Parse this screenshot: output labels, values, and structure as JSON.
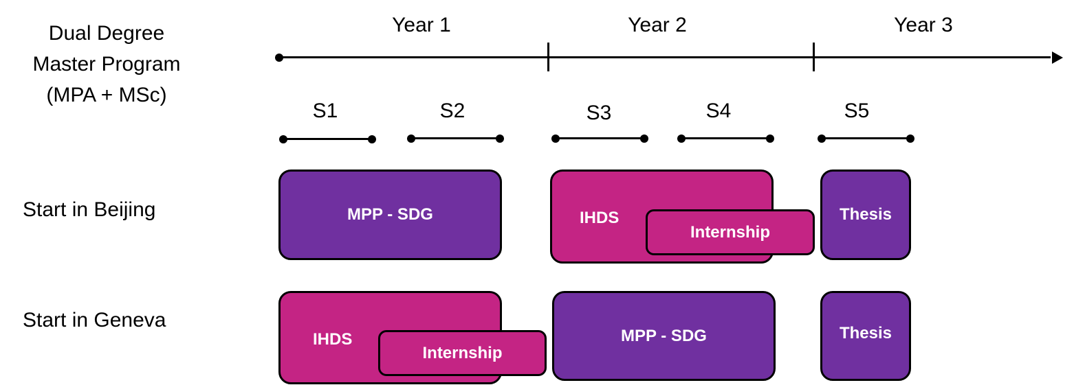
{
  "title": {
    "line1": "Dual Degree",
    "line2": "Master Program",
    "line3": "(MPA + MSc)"
  },
  "years": [
    "Year 1",
    "Year 2",
    "Year 3"
  ],
  "semesters": [
    "S1",
    "S2",
    "S3",
    "S4",
    "S5"
  ],
  "rows": {
    "beijing": {
      "label": "Start in Beijing",
      "mpp": "MPP - SDG",
      "ihds": "IHDS",
      "internship": "Internship",
      "thesis": "Thesis"
    },
    "geneva": {
      "label": "Start in Geneva",
      "ihds": "IHDS",
      "internship": "Internship",
      "mpp": "MPP - SDG",
      "thesis": "Thesis"
    }
  },
  "colors": {
    "purple": "#7030a0",
    "magenta": "#c42484"
  }
}
